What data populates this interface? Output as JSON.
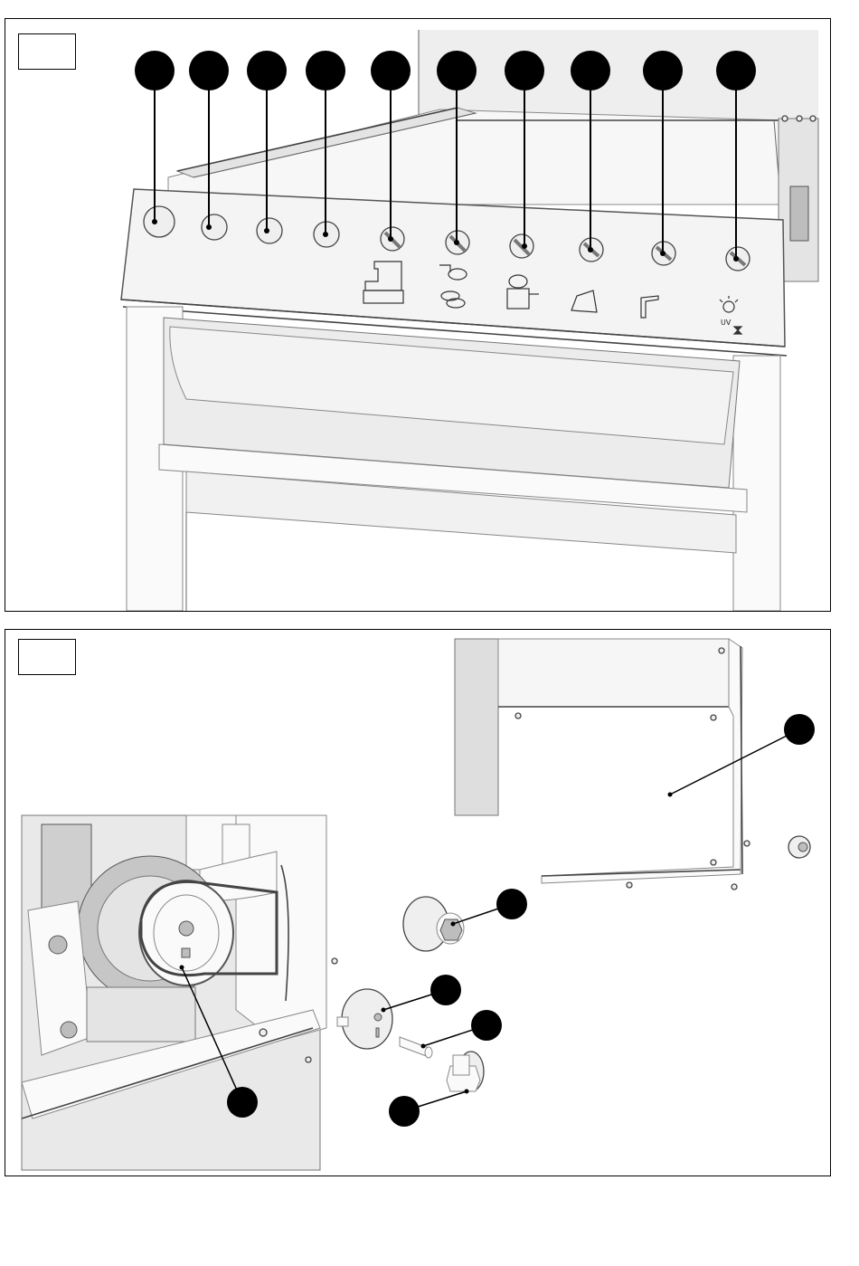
{
  "figure_top": {
    "label_box_text": "",
    "callout_count": 10,
    "controls": [
      {
        "icon": "main-switch-knob"
      },
      {
        "icon": "power-button"
      },
      {
        "icon": "indicator-button"
      },
      {
        "icon": "indicator-button"
      },
      {
        "icon": "selector-switch"
      },
      {
        "icon": "selector-switch"
      },
      {
        "icon": "selector-switch"
      },
      {
        "icon": "selector-switch"
      },
      {
        "icon": "selector-switch"
      },
      {
        "icon": "selector-switch"
      }
    ],
    "panel_symbols": [
      "divider-machine-icon",
      "dough-balls-icon",
      "mixer-icon",
      "flour-duster-icon",
      "arm-icon",
      "uv-lamp-icon"
    ],
    "uv_text": "UV"
  },
  "figure_bottom": {
    "label_box_text": "",
    "callout_count": 6,
    "parts": [
      "side-cover-panel",
      "hub-flange",
      "cam-disc",
      "pin",
      "bolt-with-washer",
      "drive-sprocket-chain"
    ]
  },
  "colors": {
    "line": "#000000",
    "callout": "#000000",
    "background": "#ffffff"
  }
}
